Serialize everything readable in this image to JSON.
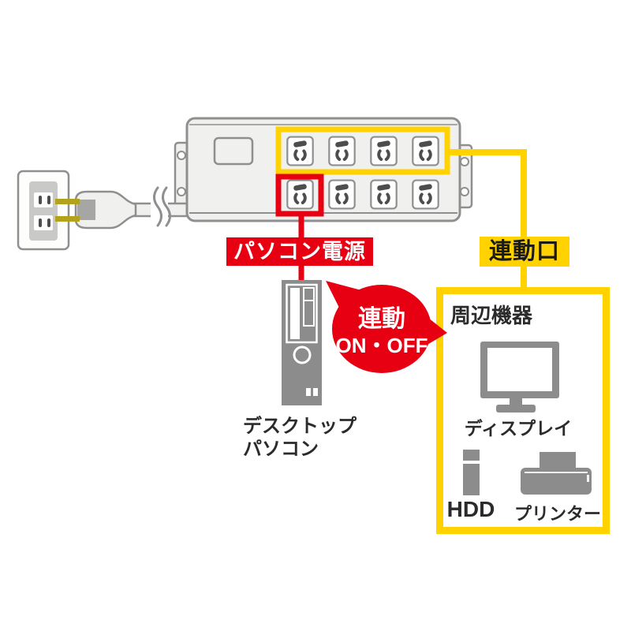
{
  "colors": {
    "accent_yellow": "#FFD200",
    "accent_red": "#E60012",
    "device_gray": "#8C8C8C",
    "outline_gray": "#8F8F8F",
    "panel_gray": "#F0F0EE",
    "slot_gray": "#4D4D4D",
    "prong_gold": "#B3A21B",
    "plug_grip_gray": "#A6A6A4",
    "outlet_panel_gray": "#C9C9C7",
    "text_dark": "#2B2B2B"
  },
  "power_strip": {
    "rows": 2,
    "cols": 4,
    "outlet_count": 8
  },
  "labels": {
    "pc_power": "パソコン電源",
    "linked_port": "連動口",
    "bubble_line1": "連動",
    "bubble_line2": "ON・OFF",
    "desktop_line1": "デスクトップ",
    "desktop_line2": "パソコン",
    "peripherals_title": "周辺機器",
    "display": "ディスプレイ",
    "hdd": "HDD",
    "printer": "プリンター"
  }
}
